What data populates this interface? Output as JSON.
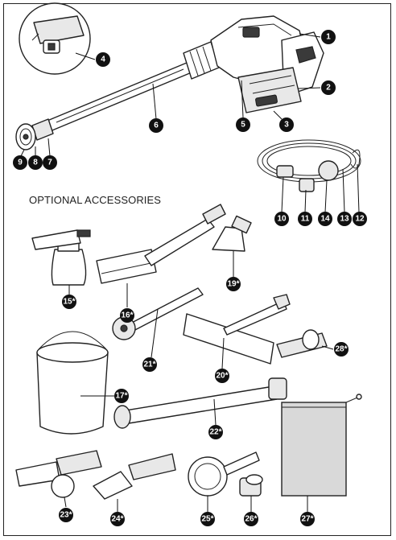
{
  "heading": "OPTIONAL ACCESSORIES",
  "callouts": [
    {
      "id": "c1",
      "label": "1"
    },
    {
      "id": "c2",
      "label": "2"
    },
    {
      "id": "c3",
      "label": "3"
    },
    {
      "id": "c4",
      "label": "4"
    },
    {
      "id": "c5",
      "label": "5"
    },
    {
      "id": "c6",
      "label": "6"
    },
    {
      "id": "c7",
      "label": "7"
    },
    {
      "id": "c8",
      "label": "8"
    },
    {
      "id": "c9",
      "label": "9"
    },
    {
      "id": "c10",
      "label": "10"
    },
    {
      "id": "c11",
      "label": "11"
    },
    {
      "id": "c12",
      "label": "12"
    },
    {
      "id": "c13",
      "label": "13"
    },
    {
      "id": "c14",
      "label": "14"
    },
    {
      "id": "c15",
      "label": "15*"
    },
    {
      "id": "c16",
      "label": "16*"
    },
    {
      "id": "c17",
      "label": "17*"
    },
    {
      "id": "c19",
      "label": "19*"
    },
    {
      "id": "c20",
      "label": "20*"
    },
    {
      "id": "c21",
      "label": "21*"
    },
    {
      "id": "c22",
      "label": "22*"
    },
    {
      "id": "c23",
      "label": "23*"
    },
    {
      "id": "c24",
      "label": "24*"
    },
    {
      "id": "c25",
      "label": "25*"
    },
    {
      "id": "c26",
      "label": "26*"
    },
    {
      "id": "c27",
      "label": "27*"
    },
    {
      "id": "c28",
      "label": "28*"
    }
  ]
}
